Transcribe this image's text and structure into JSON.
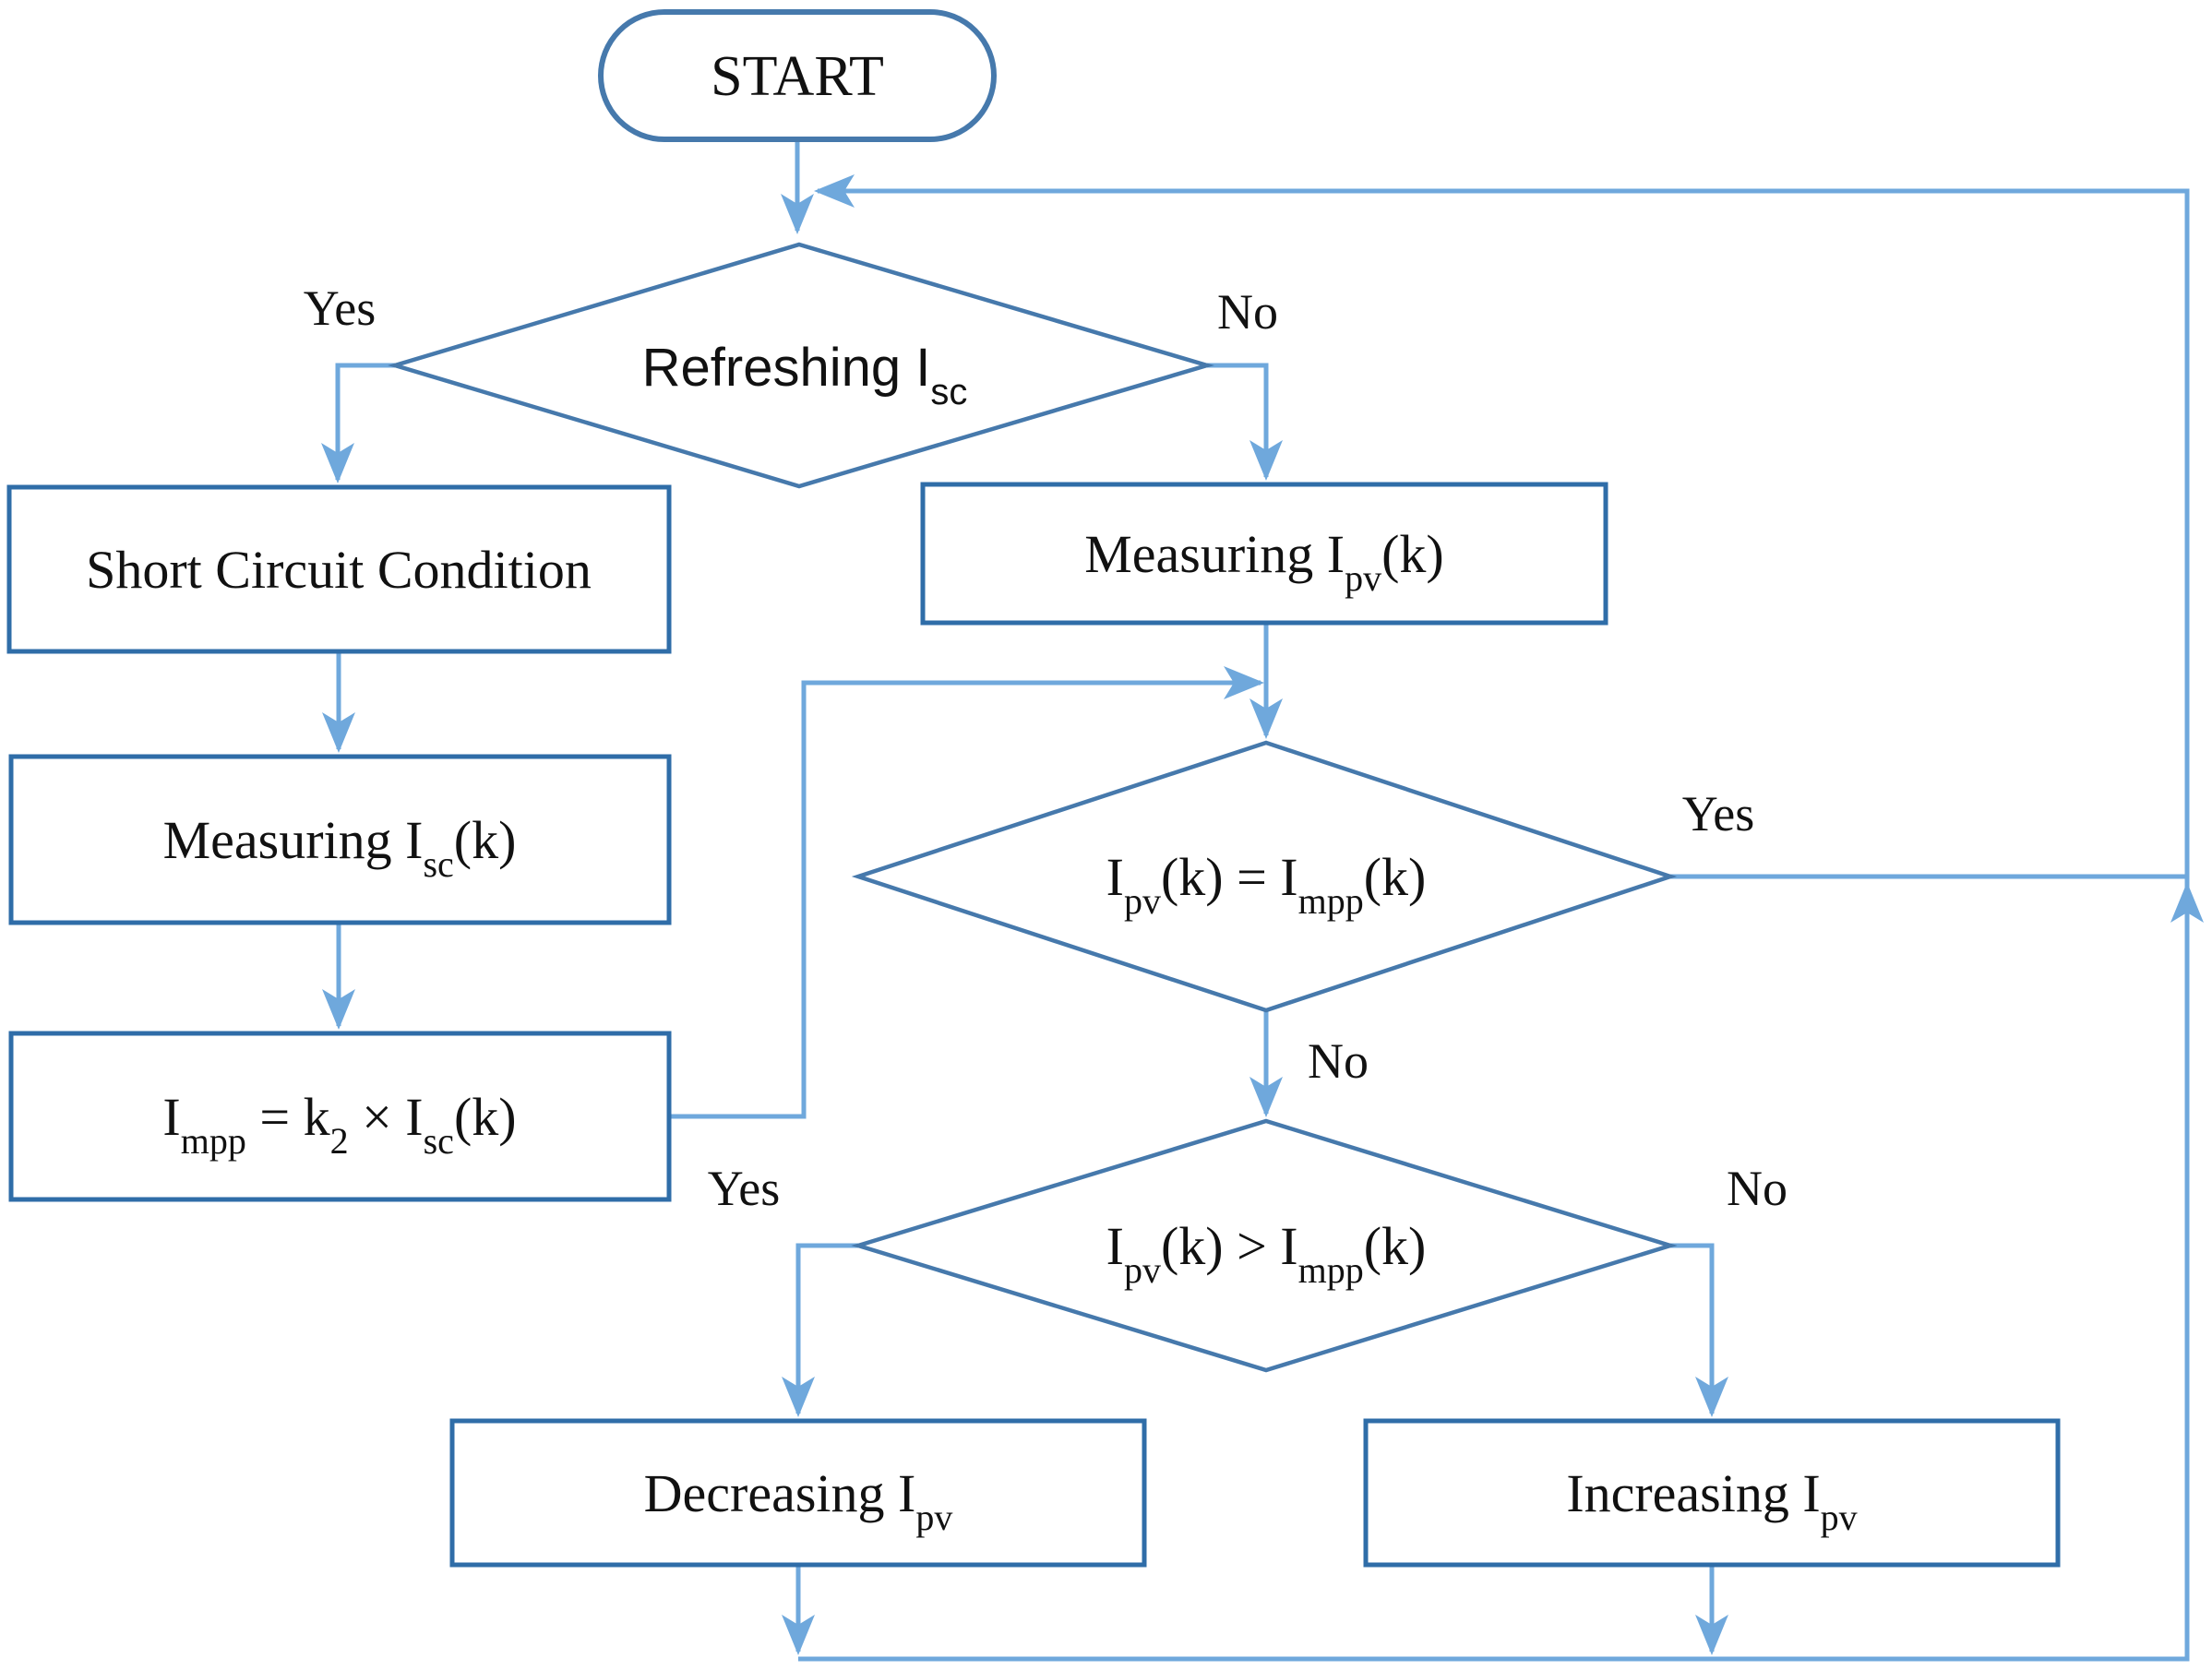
{
  "colors": {
    "arrow": "#6FA8DC",
    "shape": "#4679AC",
    "box": "#2F6DA8",
    "ink": "#111111"
  },
  "nodes": {
    "start": {
      "label": "START"
    },
    "refreshing": {
      "parts": [
        {
          "t": "Refreshing I"
        },
        {
          "t": "sc"
        }
      ],
      "yes": "Yes",
      "no": "No"
    },
    "short_circuit": {
      "label": "Short Circuit Condition"
    },
    "measuring_isc": {
      "parts": [
        {
          "t": "Measuring I"
        },
        {
          "t": "sc"
        },
        {
          "t": "(k)"
        }
      ]
    },
    "impp_formula": {
      "parts": [
        {
          "t": "I"
        },
        {
          "t": "mpp"
        },
        {
          "t": " = k"
        },
        {
          "t": "2"
        },
        {
          "t": " × I"
        },
        {
          "t": "sc"
        },
        {
          "t": "(k)"
        }
      ]
    },
    "measuring_ipv": {
      "parts": [
        {
          "t": "Measuring I"
        },
        {
          "t": "pv"
        },
        {
          "t": "(k)"
        }
      ]
    },
    "ipv_equals_impp": {
      "parts": [
        {
          "t": "I"
        },
        {
          "t": "pv"
        },
        {
          "t": "(k) = I"
        },
        {
          "t": "mpp"
        },
        {
          "t": "(k)"
        }
      ],
      "yes": "Yes",
      "no": "No"
    },
    "ipv_greater_impp": {
      "parts": [
        {
          "t": "I"
        },
        {
          "t": "pv"
        },
        {
          "t": "(k) > I"
        },
        {
          "t": "mpp"
        },
        {
          "t": "(k)"
        }
      ],
      "yes": "Yes",
      "no": "No"
    },
    "decreasing_ipv": {
      "parts": [
        {
          "t": "Decreasing I"
        },
        {
          "t": "pv"
        }
      ]
    },
    "increasing_ipv": {
      "parts": [
        {
          "t": "Increasing I"
        },
        {
          "t": "pv"
        }
      ]
    }
  }
}
